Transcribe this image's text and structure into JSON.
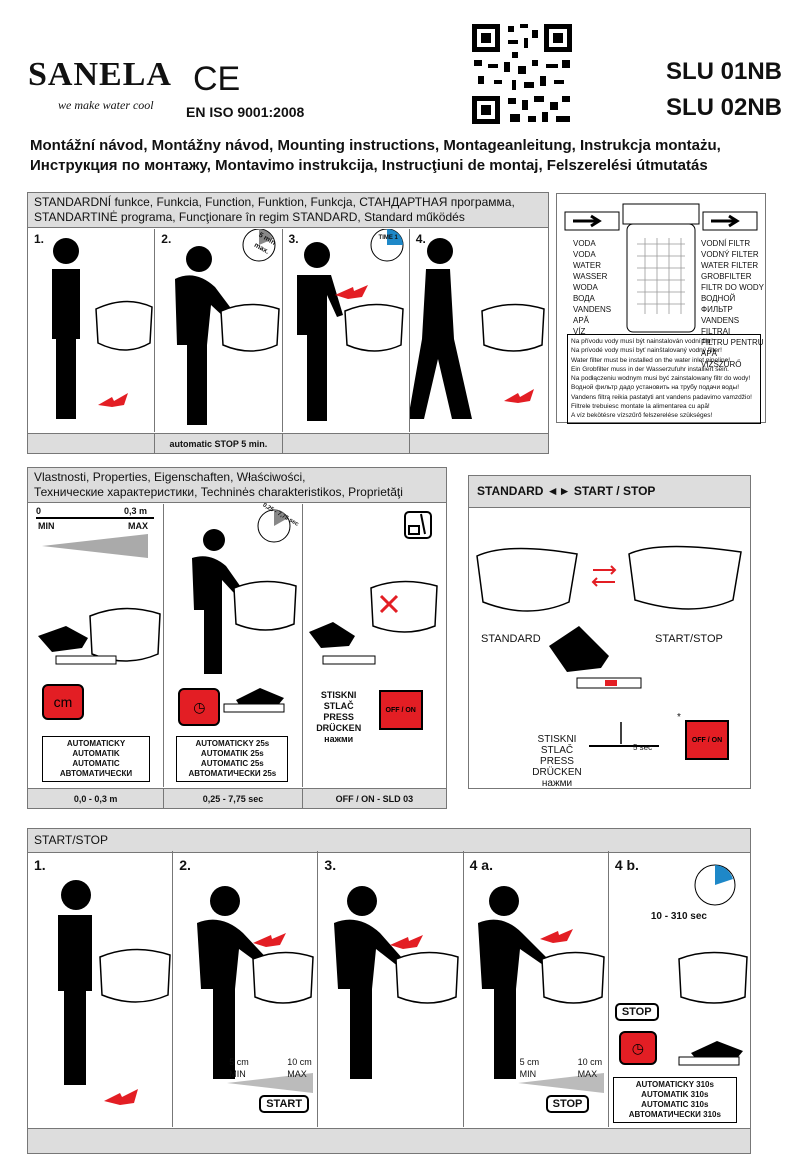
{
  "header": {
    "brand": "SANELA",
    "tagline": "we make water cool",
    "ce_mark": "CE",
    "iso": "EN ISO 9001:2008",
    "model_1": "SLU 01NB",
    "model_2": "SLU 02NB",
    "title_line1": "Montážní návod, Montážny návod, Mounting instructions, Montageanleitung, Instrukcja montażu,",
    "title_line2": "Инструкция по монтажу, Montavimo instrukcija, Instrucţiuni de montaj, Felszerelési útmutatás"
  },
  "standard": {
    "heading_line1": "STANDARDNÍ funkce, Funkcia, Function, Funktion, Funkcja, СТАНДАРТНАЯ программа,",
    "heading_line2": "STANDARTINĖ programa, Funcţionare în regim STANDARD, Standard működés",
    "steps": [
      "1.",
      "2.",
      "3.",
      "4."
    ],
    "timer_label": "5 min max.",
    "time_label": "TIME 1",
    "footer_text": "automatic STOP 5 min."
  },
  "filter": {
    "left_labels": [
      "VODA",
      "VODA",
      "WATER",
      "WASSER",
      "WODA",
      "ВОДА",
      "VANDENS",
      "APĂ",
      "VÍZ"
    ],
    "right_labels": [
      "VODNÍ FILTR",
      "VODNÝ FILTER",
      "WATER FILTER",
      "GROBFILTER",
      "FILTR DO WODY",
      "ВОДНОЙ ФИЛЬТР",
      "VANDENS FILTRAI",
      "FILTRU PENTRU APĂ",
      "VÍZSZŰRŐ"
    ],
    "warnings": [
      "Na přívodu vody musí být nainstalován vodní filtr!",
      "Na prívodé vody musí byť nainštalovaný vodný filter!",
      "Water filter must be installed on the water inlet pipeline!",
      "Ein Grobfilter muss in der Wasserzufuhr installiert sein.",
      "Na podłączeniu wodnym musi być zainstalowany filtr do wody!",
      "Водной фильтр дадо установить на трубу подачи воды!",
      "Vandens filtrą reikia pastatyti ant vandens padavimo vamzdžio!",
      "Filtrele trebuiesc montate la alimentarea cu apă!",
      "A víz bekötésre vízszűrő felszerelése szükséges!"
    ]
  },
  "properties": {
    "heading_line1": "Vlastnosti, Properties, Eigenschaften, Właściwości,",
    "heading_line2": "Технические характеристики, Techninės charakteristikos, Proprietăţi",
    "range_start": "0",
    "range_end": "0,3 m",
    "min": "MIN",
    "max": "MAX",
    "cm_label": "cm",
    "dial_label": "0,25 - 7,75 sec",
    "auto1": [
      "AUTOMATICKY",
      "AUTOMATIK",
      "AUTOMATIC",
      "АВТОМАТИЧЕСКИ"
    ],
    "auto2": [
      "AUTOMATICKY 25s",
      "AUTOMATIK 25s",
      "AUTOMATIC 25s",
      "АВТОМАТИЧЕСКИ 25s"
    ],
    "press": [
      "STISKNI",
      "STLAČ",
      "PRESS",
      "DRÜCKEN",
      "нажми"
    ],
    "offon": "OFF / ON",
    "footer": [
      "0,0 - 0,3 m",
      "0,25 - 7,75 sec",
      "OFF / ON - SLD 03"
    ]
  },
  "standard_startstop": {
    "heading": "STANDARD ◄► START / STOP",
    "left_label": "STANDARD",
    "right_label": "START/STOP",
    "press": [
      "STISKNI",
      "STLAČ",
      "PRESS",
      "DRÜCKEN",
      "нажми"
    ],
    "seconds": "5 sec",
    "offon": "OFF / ON",
    "asterisk": "*"
  },
  "startstop": {
    "heading": "START/STOP",
    "steps": [
      "1.",
      "2.",
      "3.",
      "4 a.",
      "4 b."
    ],
    "range_a": "5 cm",
    "range_b": "10 cm",
    "min": "MIN",
    "max": "MAX",
    "start_btn": "START",
    "stop_btn": "STOP",
    "time_range": "10 - 310 sec",
    "auto3": [
      "AUTOMATICKY 310s",
      "AUTOMATIK 310s",
      "AUTOMATIC 310s",
      "АВТОМАТИЧЕСКИ 310s"
    ]
  },
  "colors": {
    "accent": "#e31e24",
    "panel_gray": "#dddddd",
    "dial_blue": "#1e88c8"
  }
}
